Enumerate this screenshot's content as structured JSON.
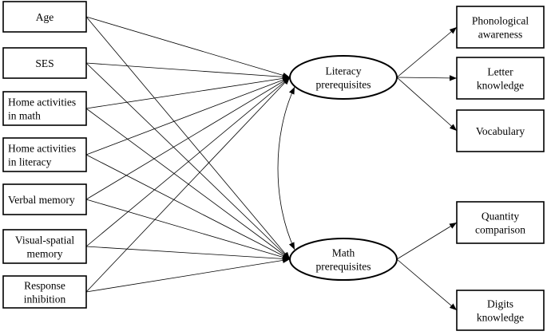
{
  "diagram": {
    "predictors": [
      {
        "id": "age",
        "lines": [
          "Age"
        ]
      },
      {
        "id": "ses",
        "lines": [
          "SES"
        ]
      },
      {
        "id": "home-math",
        "lines": [
          "Home activities",
          "in math"
        ]
      },
      {
        "id": "home-literacy",
        "lines": [
          "Home activities",
          "in literacy"
        ]
      },
      {
        "id": "verbal-memory",
        "lines": [
          "Verbal memory"
        ]
      },
      {
        "id": "visual-spatial-memory",
        "lines": [
          "Visual-spatial",
          "memory"
        ]
      },
      {
        "id": "response-inhibition",
        "lines": [
          "Response",
          "inhibition"
        ]
      }
    ],
    "latents": [
      {
        "id": "literacy",
        "lines": [
          "Literacy",
          "prerequisites"
        ]
      },
      {
        "id": "math",
        "lines": [
          "Math",
          "prerequisites"
        ]
      }
    ],
    "indicators": [
      {
        "id": "phonological",
        "latent": "literacy",
        "lines": [
          "Phonological",
          "awareness"
        ]
      },
      {
        "id": "letter",
        "latent": "literacy",
        "lines": [
          "Letter",
          "knowledge"
        ]
      },
      {
        "id": "vocabulary",
        "latent": "literacy",
        "lines": [
          "Vocabulary"
        ]
      },
      {
        "id": "quantity",
        "latent": "math",
        "lines": [
          "Quantity",
          "comparison"
        ]
      },
      {
        "id": "digits",
        "latent": "math",
        "lines": [
          "Digits",
          "knowledge"
        ]
      }
    ],
    "correlation": {
      "from": "literacy",
      "to": "math"
    }
  }
}
